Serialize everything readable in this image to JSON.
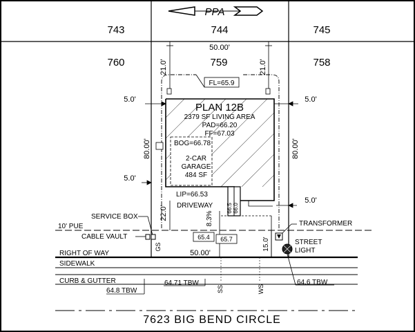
{
  "north_arrow": "PPA",
  "lots": {
    "top_left": "743",
    "top_mid": "744",
    "top_right": "745",
    "mid_left": "760",
    "subject": "759",
    "mid_right": "758"
  },
  "dims": {
    "lot_width_top": "50.00'",
    "lot_width_bottom": "50.00'",
    "lot_depth_left": "80.00'",
    "lot_depth_right": "80.00'",
    "rear_setback_left": "21.0'",
    "rear_setback_right": "21.0'",
    "side_top_left": "5.0'",
    "side_top_right": "5.0'",
    "side_low_left": "5.0'",
    "side_low_right": "5.0'",
    "front_setback": "22.0'",
    "ws_setback": "15.0'",
    "driveway_slope": "8.3%"
  },
  "house": {
    "plan": "PLAN 12B",
    "living_area": "2379 SF LIVING AREA",
    "pad": "PAD=66.20",
    "ff": "FF=67.03",
    "bog": "BOG=66.78",
    "garage_1": "2-CAR",
    "garage_2": "GARAGE",
    "garage_3": "484 SF",
    "lip": "LIP=66.53",
    "driveway": "DRIVEWAY",
    "fl": "FL=65.9",
    "elev_a": "66.5",
    "elev_b": "66.0"
  },
  "elevations": {
    "e654": "65.4",
    "e657": "65.7",
    "tbw_left": "64.8  TBW",
    "tbw_mid": "64.71  TBW",
    "tbw_right": "64.6  TBW"
  },
  "labels": {
    "service_box": "SERVICE BOX",
    "pue": "10' PUE",
    "cable_vault": "CABLE VAULT",
    "right_of_way": "RIGHT OF WAY",
    "sidewalk": "SIDEWALK",
    "curb_gutter": "CURB & GUTTER",
    "transformer": "TRANSFORMER",
    "street": "STREET",
    "light": "LIGHT",
    "gs": "GS",
    "ss": "SS",
    "ws": "WS"
  },
  "street_name": "7623  BIG  BEND  CIRCLE"
}
